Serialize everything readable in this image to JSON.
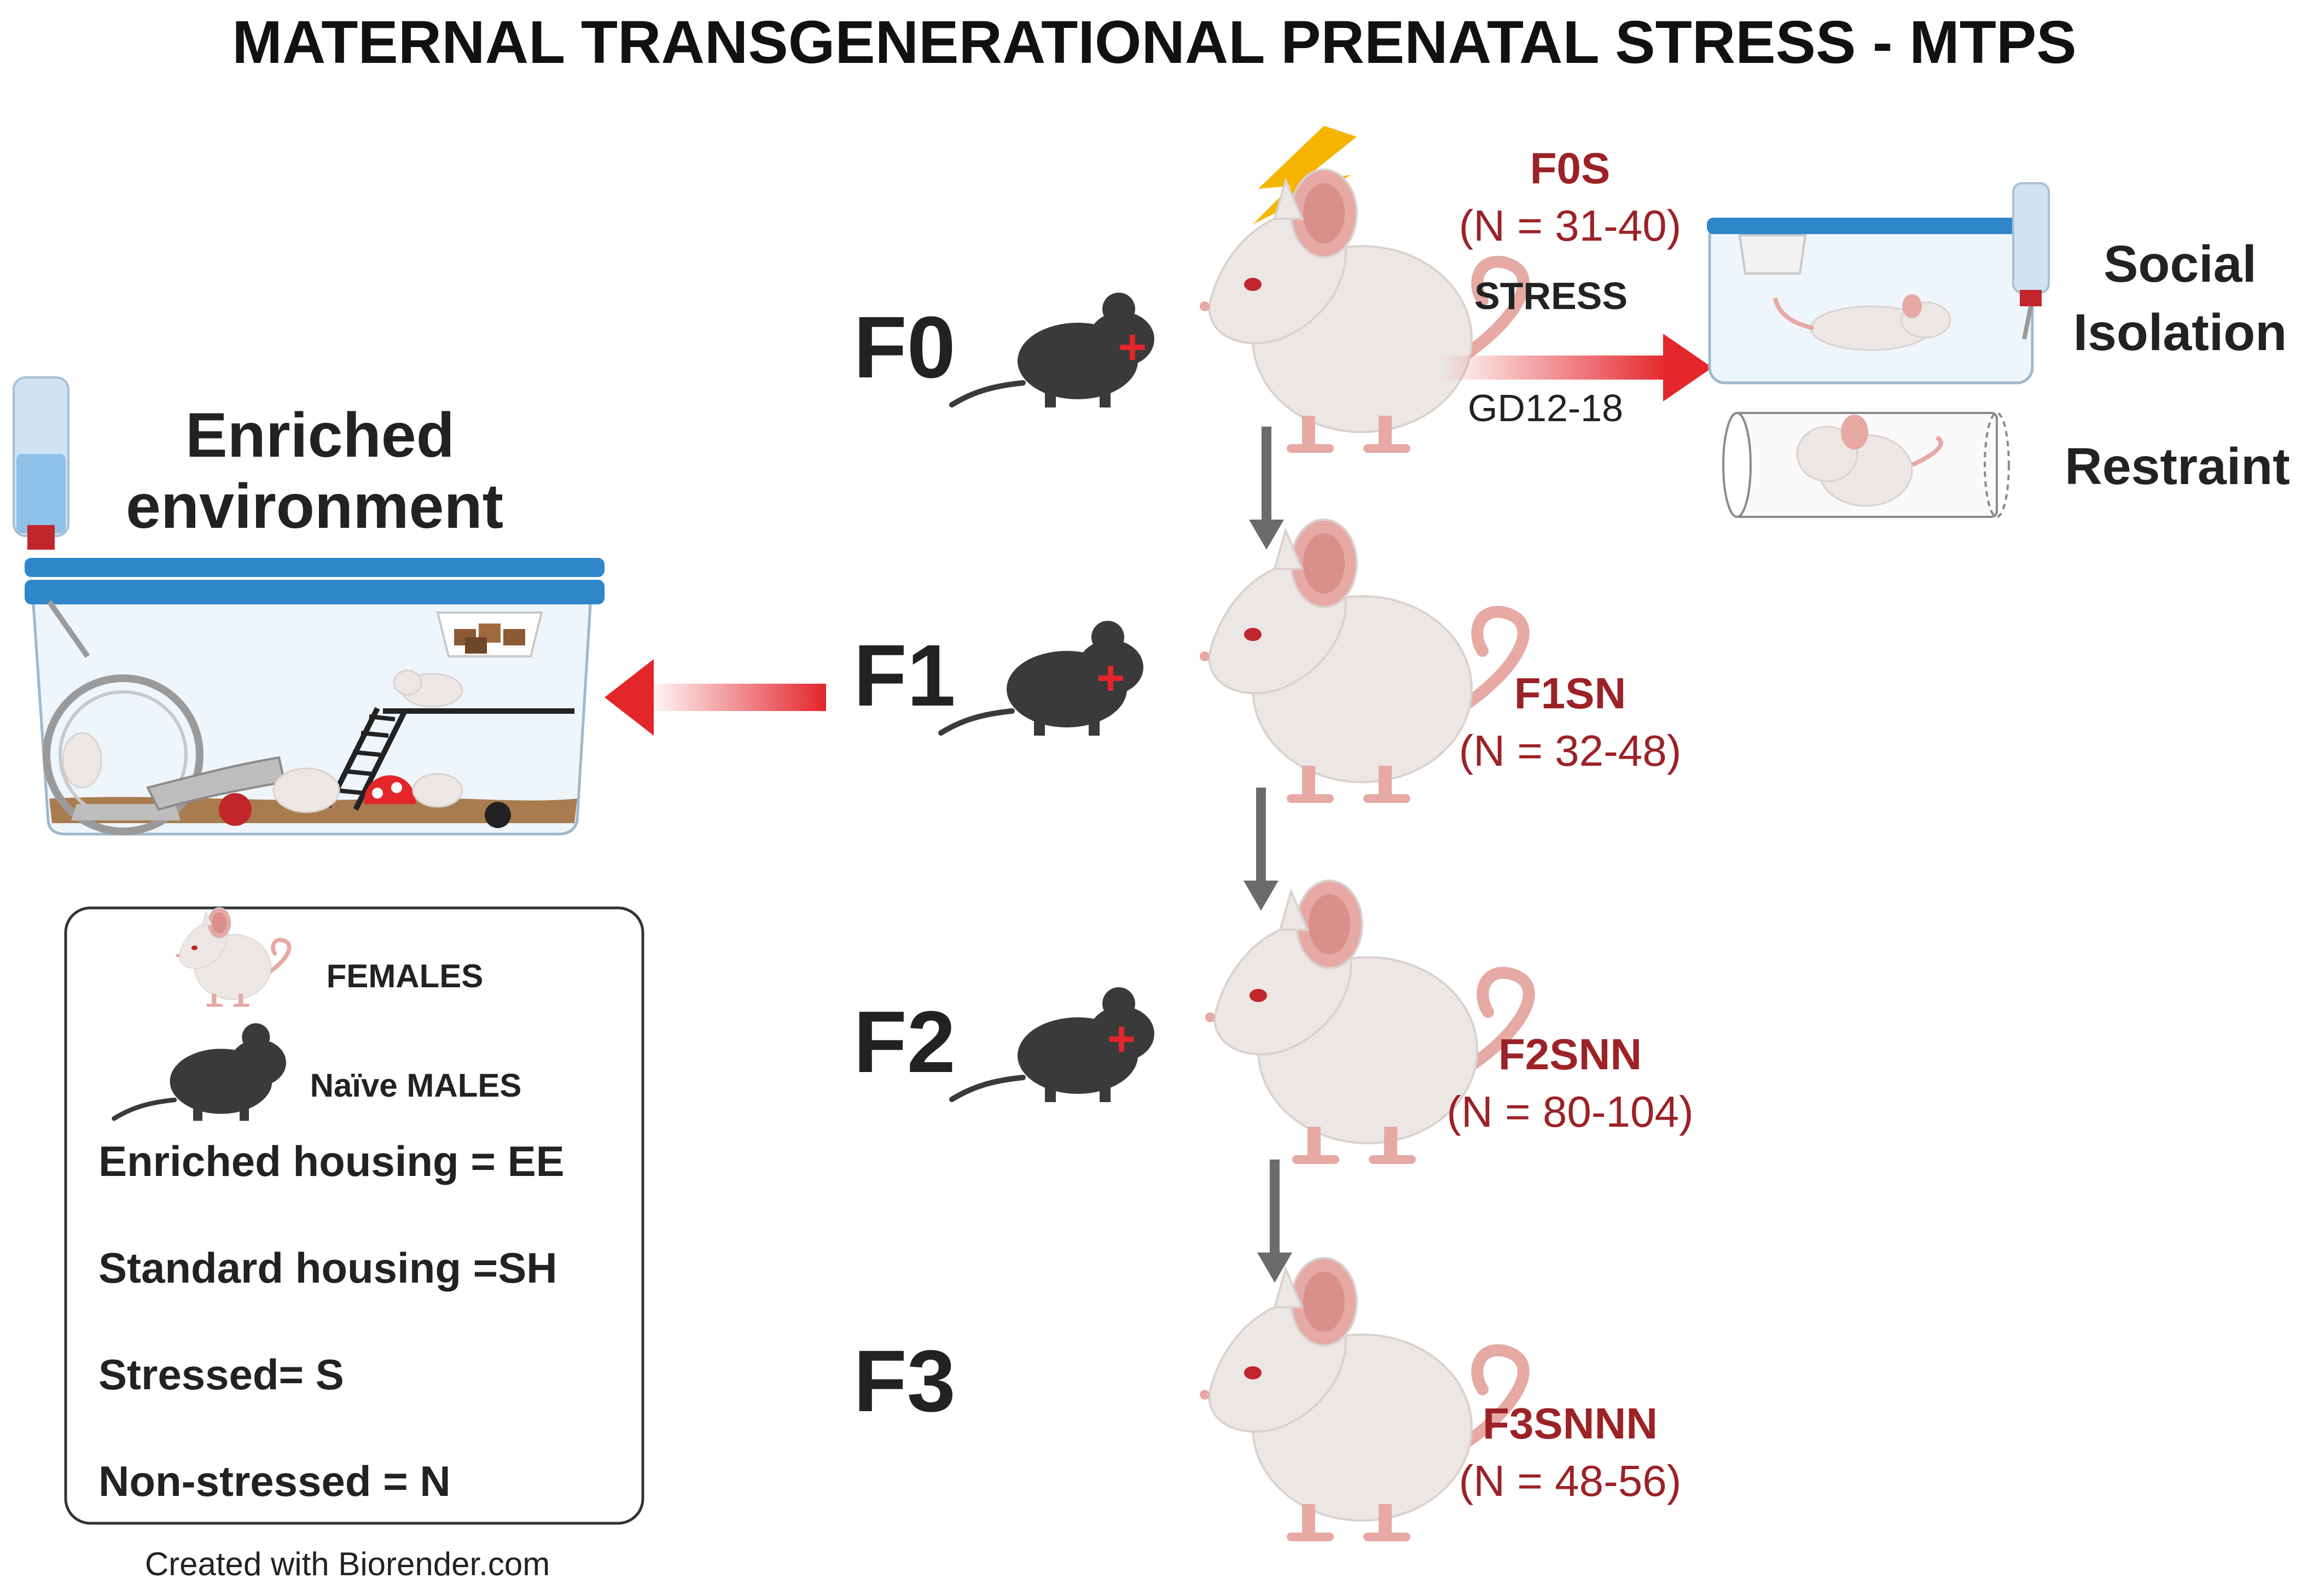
{
  "title": "MATERNAL TRANSGENERATIONAL PRENATAL STRESS - MTPS",
  "generations": [
    {
      "label": "F0",
      "group": "F0S",
      "n": "(N = 31-40)"
    },
    {
      "label": "F1",
      "group": "F1SN",
      "n": "(N = 32-48)"
    },
    {
      "label": "F2",
      "group": "F2SNN",
      "n": "(N = 80-104)"
    },
    {
      "label": "F3",
      "group": "F3SNNN",
      "n": "(N = 48-56)"
    }
  ],
  "plus": "+",
  "stress": {
    "label": "STRESS",
    "window": "GD12-18",
    "methods": [
      "Social",
      "Isolation",
      "Restraint"
    ]
  },
  "enriched": {
    "line1": "Enriched",
    "line2": "environment"
  },
  "legend": {
    "females": "FEMALES",
    "males": "Naïve MALES",
    "items": [
      "Enriched housing = EE",
      "Standard housing =SH",
      "Stressed= S",
      "Non-stressed = N"
    ]
  },
  "credit": "Created with Biorender.com",
  "colors": {
    "accent_red": "#9b2226",
    "arrow_red": "#e4262b",
    "lid_blue": "#2f86c9",
    "arrow_gray": "#6b6b6b",
    "male": "#3a3a3a",
    "female": "#ece7e4",
    "ear": "#e6a9a4"
  }
}
